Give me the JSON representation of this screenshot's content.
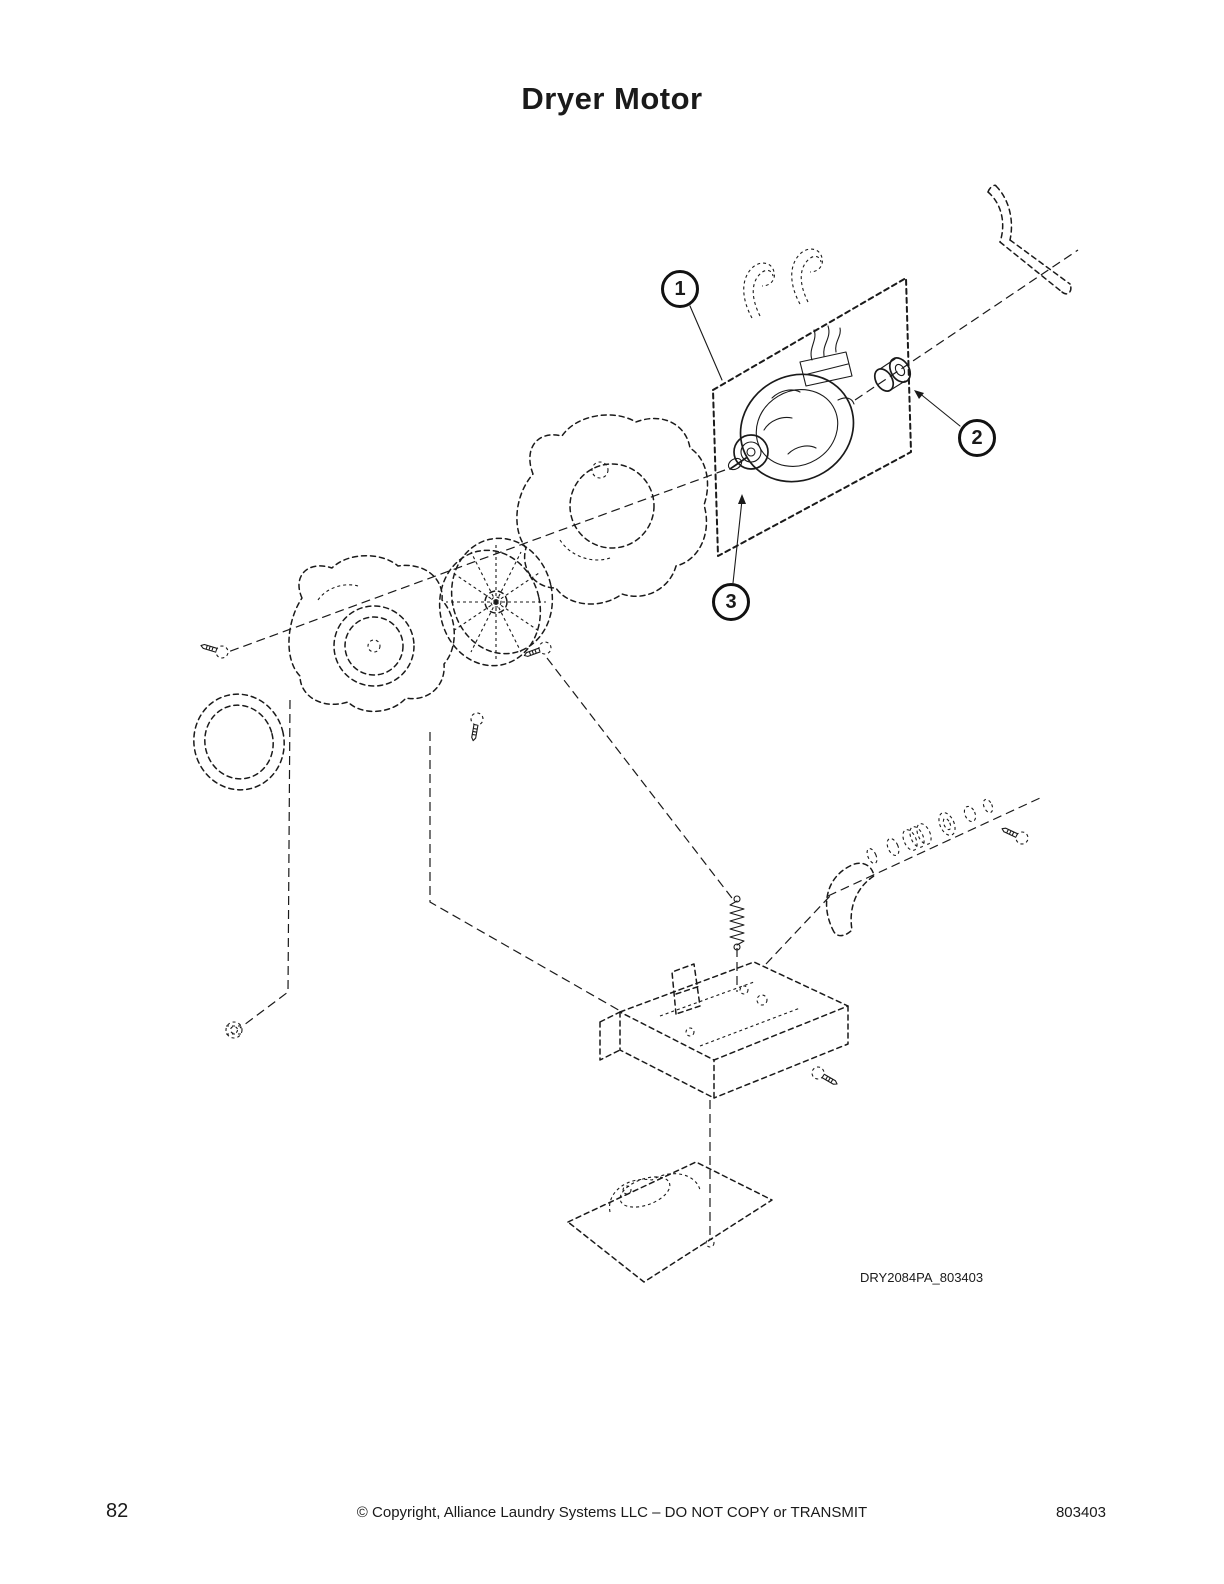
{
  "page": {
    "title": "Dryer Motor",
    "diagram_code": "DRY2084PA_803403",
    "callouts": [
      {
        "label": "1"
      },
      {
        "label": "2"
      },
      {
        "label": "3"
      }
    ],
    "footer": {
      "page_number": "82",
      "copyright": "© Copyright, Alliance Laundry Systems LLC – DO NOT COPY or TRANSMIT",
      "doc_number": "803403"
    },
    "colors": {
      "ink": "#1a1a1a",
      "paper": "#ffffff"
    }
  }
}
